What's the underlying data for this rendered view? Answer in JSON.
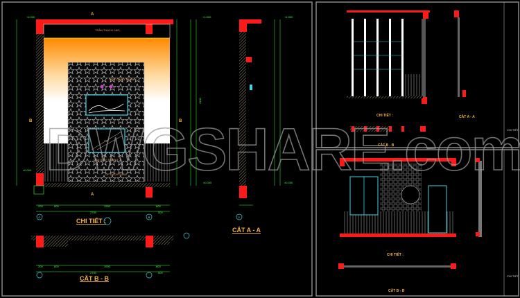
{
  "watermark": "DWGSHARE.com",
  "colors": {
    "background": "#000000",
    "wall_section": "#ff1a1a",
    "dimension": "#3fff3f",
    "annotation": "#f5a35a",
    "title": "#f5b342",
    "cyan": "#3ad6e6"
  },
  "left_sheet": {
    "ceiling_note": "TRẦN THẠCH CAO",
    "lamp_note": "ĐÈN CHIẾU TRANH",
    "wallpaper_note": "DÁN GIẤY TƯỜNG",
    "tile_note": "ỐP GẠCH CHÂN",
    "tv_note": "TV",
    "level_top": "+4.000",
    "level_floor": "±0.000",
    "section_mark_a": "A",
    "section_mark_b": "B",
    "dims_row1": [
      "200",
      "600",
      "1900",
      "600"
    ],
    "dims_total": "2700",
    "dims_right": "500",
    "dim_height": "4100",
    "axis_c": "C",
    "axis_b": "B",
    "axis_2": "2",
    "detail_title": "CHI TIẾT :",
    "section_aa_title": "CẮT A - A",
    "section_bb_title": "CẮT B - B"
  },
  "right_top_sheet": {
    "detail_title": "CHI TIẾT :",
    "section_aa_title": "CẮT A - A",
    "section_bb_title": "CẮT B - B",
    "title_block_label": "CHI TIẾT"
  },
  "right_bottom_sheet": {
    "detail_title": "CHI TIẾT :",
    "section_bb_title": "CẮT B - B",
    "title_block_label": "CHI TIẾT"
  }
}
